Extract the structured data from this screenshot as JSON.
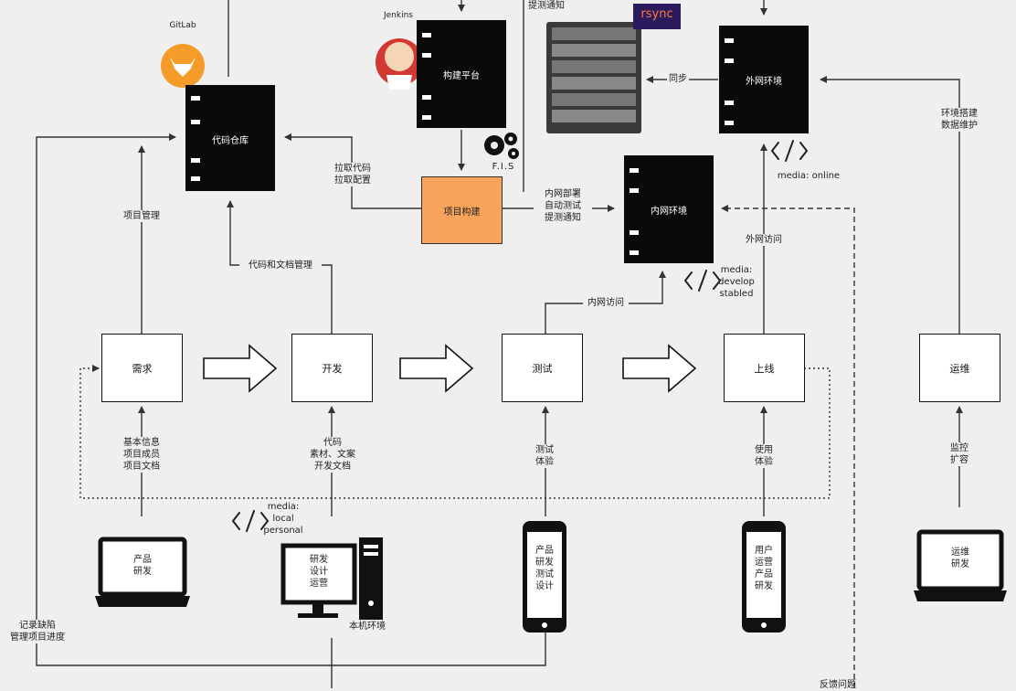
{
  "logos": {
    "gitlab": "GitLab",
    "jenkins": "Jenkins",
    "rsync": "rsync",
    "fis": "F.I.S"
  },
  "servers": {
    "repo": "代码仓库",
    "build": "构建平台",
    "external": "外网环境",
    "internal": "内网环境"
  },
  "build_box": "项目构建",
  "stages": {
    "req": "需求",
    "dev": "开发",
    "test": "测试",
    "online": "上线",
    "ops": "运维"
  },
  "labels": {
    "top_notify": "提测通知",
    "sync": "同步",
    "env_setup": [
      "环境搭建",
      "数据维护"
    ],
    "pull_code": [
      "拉取代码",
      "拉取配置"
    ],
    "inner_deploy": [
      "内网部署",
      "自动测试",
      "提测通知"
    ],
    "media_online": "media: online",
    "outer_access": "外网访问",
    "project_mgmt": "项目管理",
    "code_doc_mgmt": "代码和文档管理",
    "inner_access": "内网访问",
    "media_develop": [
      "media:",
      "develop",
      "stabled"
    ],
    "req_in": [
      "基本信息",
      "项目成员",
      "项目文档"
    ],
    "dev_in": [
      "代码",
      "素材、文案",
      "开发文档"
    ],
    "media_local": [
      "media:",
      "local",
      "personal"
    ],
    "test_in": [
      "测试",
      "体验"
    ],
    "online_in": [
      "使用",
      "体验"
    ],
    "ops_in": [
      "监控",
      "扩容"
    ],
    "record": [
      "记录缺陷",
      "管理项目进度"
    ],
    "local_env": "本机环境",
    "bottom_right": "反馈问题"
  },
  "devices": {
    "laptop_left": [
      "产品",
      "研发"
    ],
    "desktop": [
      "研发",
      "设计",
      "运营"
    ],
    "phone_test": [
      "产品",
      "研发",
      "测试",
      "设计"
    ],
    "phone_online": [
      "用户",
      "运营",
      "产品",
      "研发"
    ],
    "laptop_right": [
      "运维",
      "研发"
    ]
  },
  "colors": {
    "build_fill": "#f7a35c",
    "gitlab": "#f39c2a",
    "rsync_bg": "#2b1a5e",
    "rsync_text": "#ff7a3c",
    "server": "#0a0a0a",
    "line": "#333333"
  }
}
